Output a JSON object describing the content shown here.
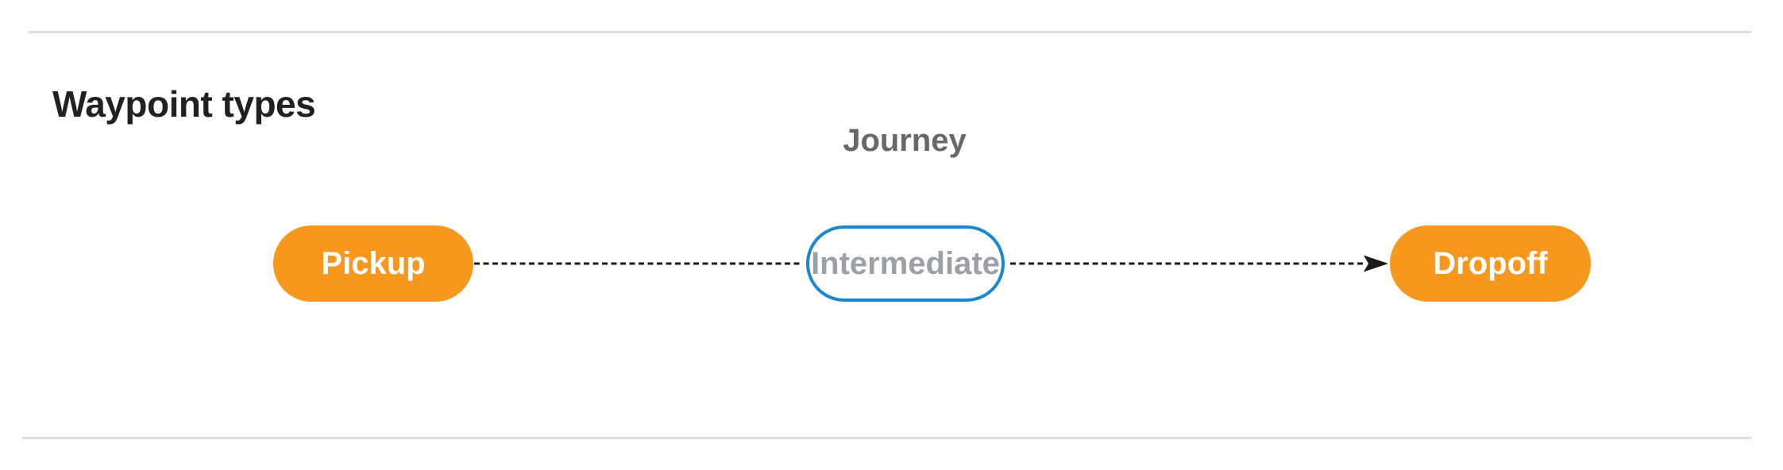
{
  "page": {
    "title": "Waypoint types"
  },
  "diagram": {
    "caption": "Journey",
    "nodes": [
      {
        "id": "pickup",
        "label": "Pickup",
        "variant": "filled"
      },
      {
        "id": "intermediate",
        "label": "Intermediate",
        "variant": "outlined"
      },
      {
        "id": "dropoff",
        "label": "Dropoff",
        "variant": "filled"
      }
    ],
    "edges": [
      {
        "from": "pickup",
        "to": "intermediate",
        "style": "dashed",
        "arrow": false
      },
      {
        "from": "intermediate",
        "to": "dropoff",
        "style": "dashed",
        "arrow": true
      }
    ],
    "colors": {
      "node_fill": "#F7981D",
      "node_text": "#FFFFFF",
      "outlined_border": "#1A87D0",
      "outlined_text": "#9AA0A6",
      "caption": "#66696C",
      "title": "#202124",
      "divider": "#DADCE0",
      "edge": "#1A1A1A"
    }
  }
}
